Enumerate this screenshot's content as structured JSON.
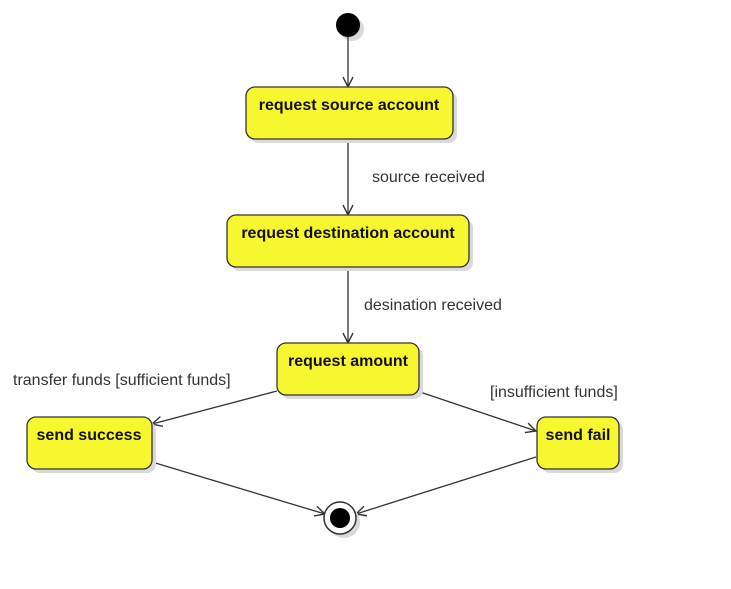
{
  "diagram": {
    "type": "uml-state-diagram",
    "colors": {
      "state_fill": "#f7f72f",
      "state_stroke": "#333333",
      "shadow": "#d9d9d9",
      "line": "#333333",
      "start_node": "#000000"
    },
    "states": {
      "request_source": "request source account",
      "request_destination": "request destination account",
      "request_amount": "request amount",
      "send_success": "send success",
      "send_fail": "send fail"
    },
    "transitions": {
      "source_received": "source received",
      "destination_received": "desination received",
      "sufficient": "transfer funds [sufficient funds]",
      "insufficient": "[insufficient funds]"
    }
  }
}
